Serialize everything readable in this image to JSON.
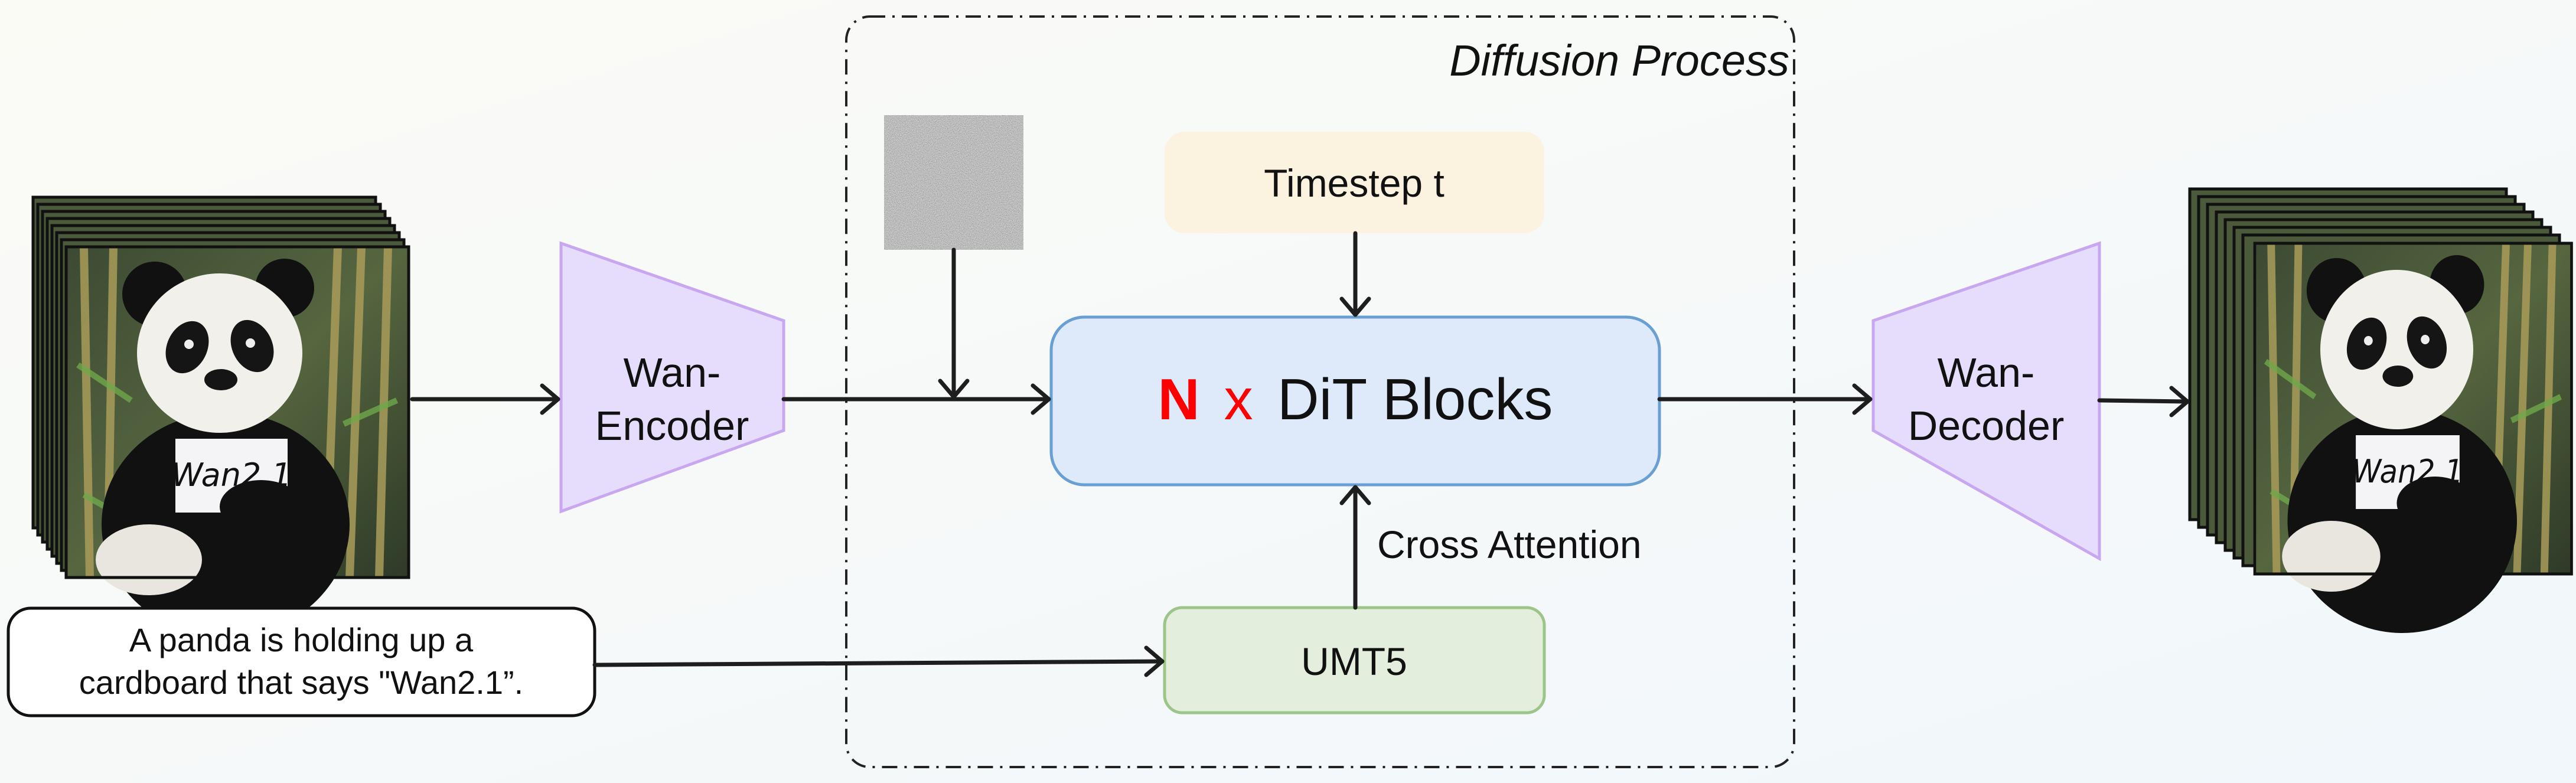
{
  "diagram": {
    "region_title": "Diffusion Process",
    "encoder": {
      "line1": "Wan-",
      "line2": "Encoder"
    },
    "decoder": {
      "line1": "Wan-",
      "line2": "Decoder"
    },
    "timestep": "Timestep t",
    "dit": {
      "count": "N",
      "times": "x",
      "label": "DiT Blocks"
    },
    "cross_attention": "Cross Attention",
    "text_encoder": "UMT5",
    "prompt": {
      "line1": "A panda is holding up a",
      "line2": "cardboard that says \"Wan2.1”."
    },
    "image_sign_text": "Wan2.1"
  },
  "colors": {
    "encoder_fill": "#e6dcfb",
    "encoder_stroke": "#c9a6f0",
    "timestep_fill": "#fbf2e0",
    "dit_fill": "#deeaf9",
    "dit_stroke": "#6a9fd3",
    "umt5_fill": "#e3efdc",
    "umt5_stroke": "#9dc58a",
    "n_highlight": "#ff0000"
  }
}
